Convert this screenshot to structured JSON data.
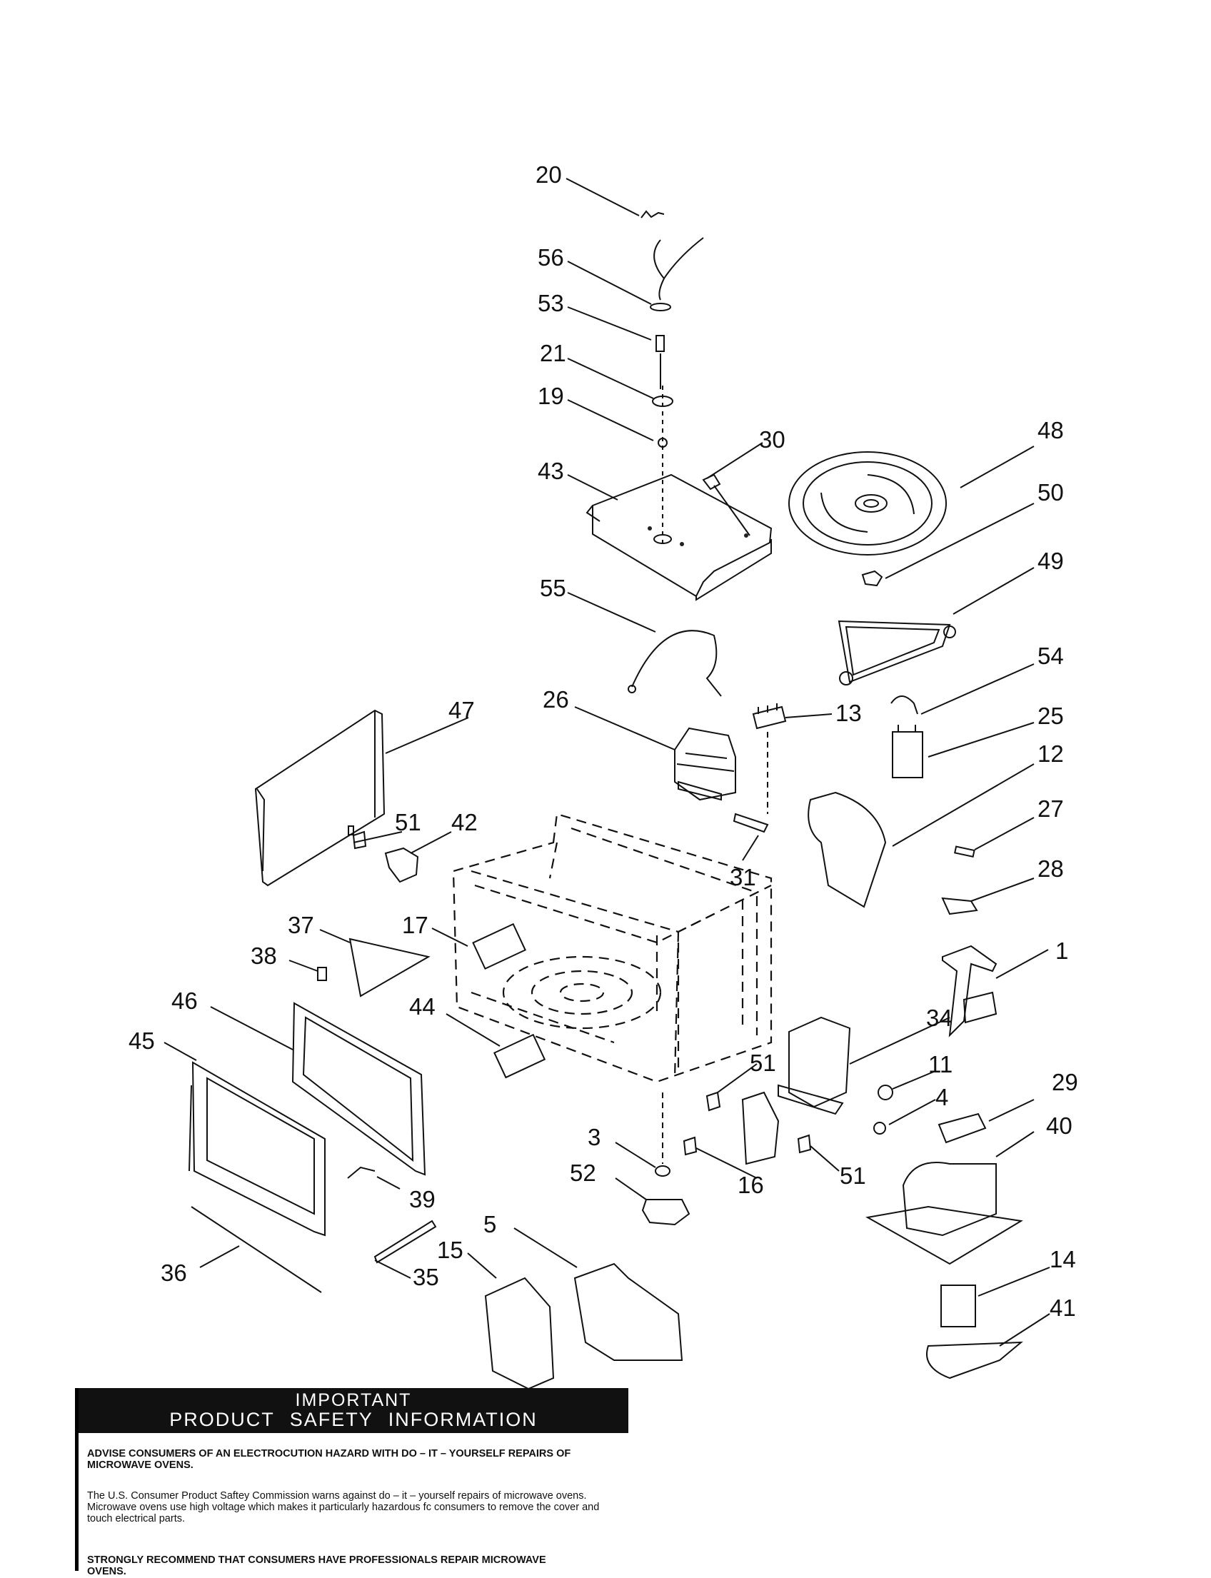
{
  "callouts": [
    "20",
    "56",
    "53",
    "21",
    "19",
    "30",
    "43",
    "48",
    "50",
    "49",
    "55",
    "54",
    "26",
    "13",
    "25",
    "12",
    "47",
    "51",
    "42",
    "31",
    "27",
    "28",
    "17",
    "37",
    "38",
    "1",
    "46",
    "44",
    "34",
    "45",
    "51",
    "11",
    "4",
    "29",
    "40",
    "3",
    "52",
    "16",
    "51",
    "39",
    "5",
    "15",
    "14",
    "36",
    "35",
    "41"
  ],
  "safety": {
    "title_line1": "IMPORTANT",
    "title_line2": "PRODUCT SAFETY INFORMATION",
    "advise": "ADVISE CONSUMERS OF AN ELECTROCUTION HAZARD WITH DO – IT – YOURSELF REPAIRS OF MICROWAVE OVENS.",
    "body": "The U.S. Consumer Product Saftey Commission warns against do – it – yourself repairs of microwave ovens. Microwave ovens use high voltage which makes it particularly hazardous fc consumers to remove the cover and touch electrical parts.",
    "recommend": "STRONGLY RECOMMEND THAT CONSUMERS HAVE PROFESSIONALS REPAIR MICROWAVE OVENS."
  }
}
